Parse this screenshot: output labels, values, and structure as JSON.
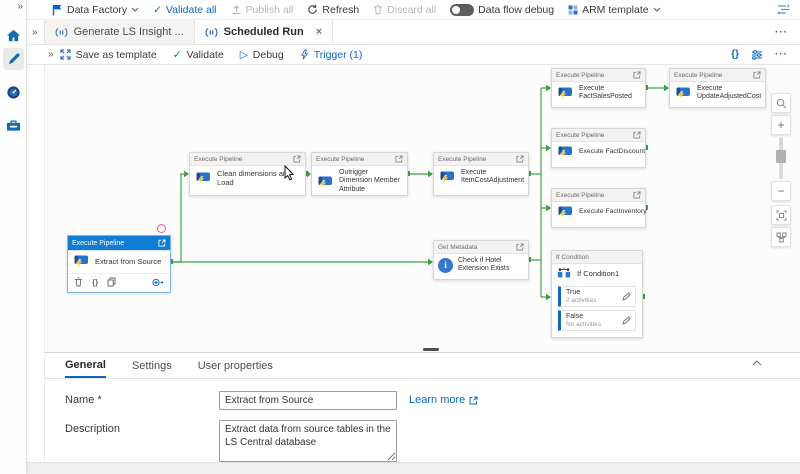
{
  "glyphs": {
    "expander": "»",
    "check": "✓",
    "play": "▷",
    "close": "×",
    "more": "···",
    "code": "{}",
    "zoom_in": "+",
    "zoom_out": "−",
    "braces": "{}"
  },
  "appbar": {
    "factory_label": "Data Factory",
    "validate_all": "Validate all",
    "publish_all": "Publish all",
    "refresh": "Refresh",
    "discard_all": "Discard all",
    "dataflow_debug": "Data flow debug",
    "arm_template": "ARM template"
  },
  "tabs": [
    {
      "label": "Generate LS Insight ..."
    },
    {
      "label": "Scheduled Run"
    }
  ],
  "pipeline_toolbar": {
    "save_as_template": "Save as template",
    "validate": "Validate",
    "debug": "Debug",
    "trigger": "Trigger (1)"
  },
  "canvas": {
    "nodes": [
      {
        "type": "Execute Pipeline",
        "title": "Extract from Source"
      },
      {
        "type": "Execute Pipeline",
        "title": "Clean dimensions and Load"
      },
      {
        "type": "Execute Pipeline",
        "title": "Outrigger Dimension Member Attribute"
      },
      {
        "type": "Execute Pipeline",
        "title": "Execute ItemCostAdjustment"
      },
      {
        "type": "Execute Pipeline",
        "title": "Execute FactSalesPosted"
      },
      {
        "type": "Execute Pipeline",
        "title": "Execute UpdateAdjustedCost"
      },
      {
        "type": "Execute Pipeline",
        "title": "Execute FactDiscount"
      },
      {
        "type": "Execute Pipeline",
        "title": "Execute FactInventory"
      },
      {
        "type": "Get Metadata",
        "title": "Check if Hotel Extension Exists"
      },
      {
        "type": "If Condition",
        "title": "If Condition1",
        "branches": [
          {
            "label": "True",
            "sub": "2 activities"
          },
          {
            "label": "False",
            "sub": "No activities"
          }
        ]
      }
    ],
    "connector_color": "#3f9e49"
  },
  "properties_panel": {
    "tabs": [
      "General",
      "Settings",
      "User properties"
    ],
    "name_label": "Name *",
    "name_value": "Extract from Source",
    "learn_more": "Learn more",
    "description_label": "Description",
    "description_value": "Extract data from source tables in the LS Central database"
  },
  "colors": {
    "accent": "#0a66c2",
    "selected_node_header": "#0f7cd6",
    "connector_green": "#3f9e49",
    "disabled": "#b9b6b3"
  }
}
